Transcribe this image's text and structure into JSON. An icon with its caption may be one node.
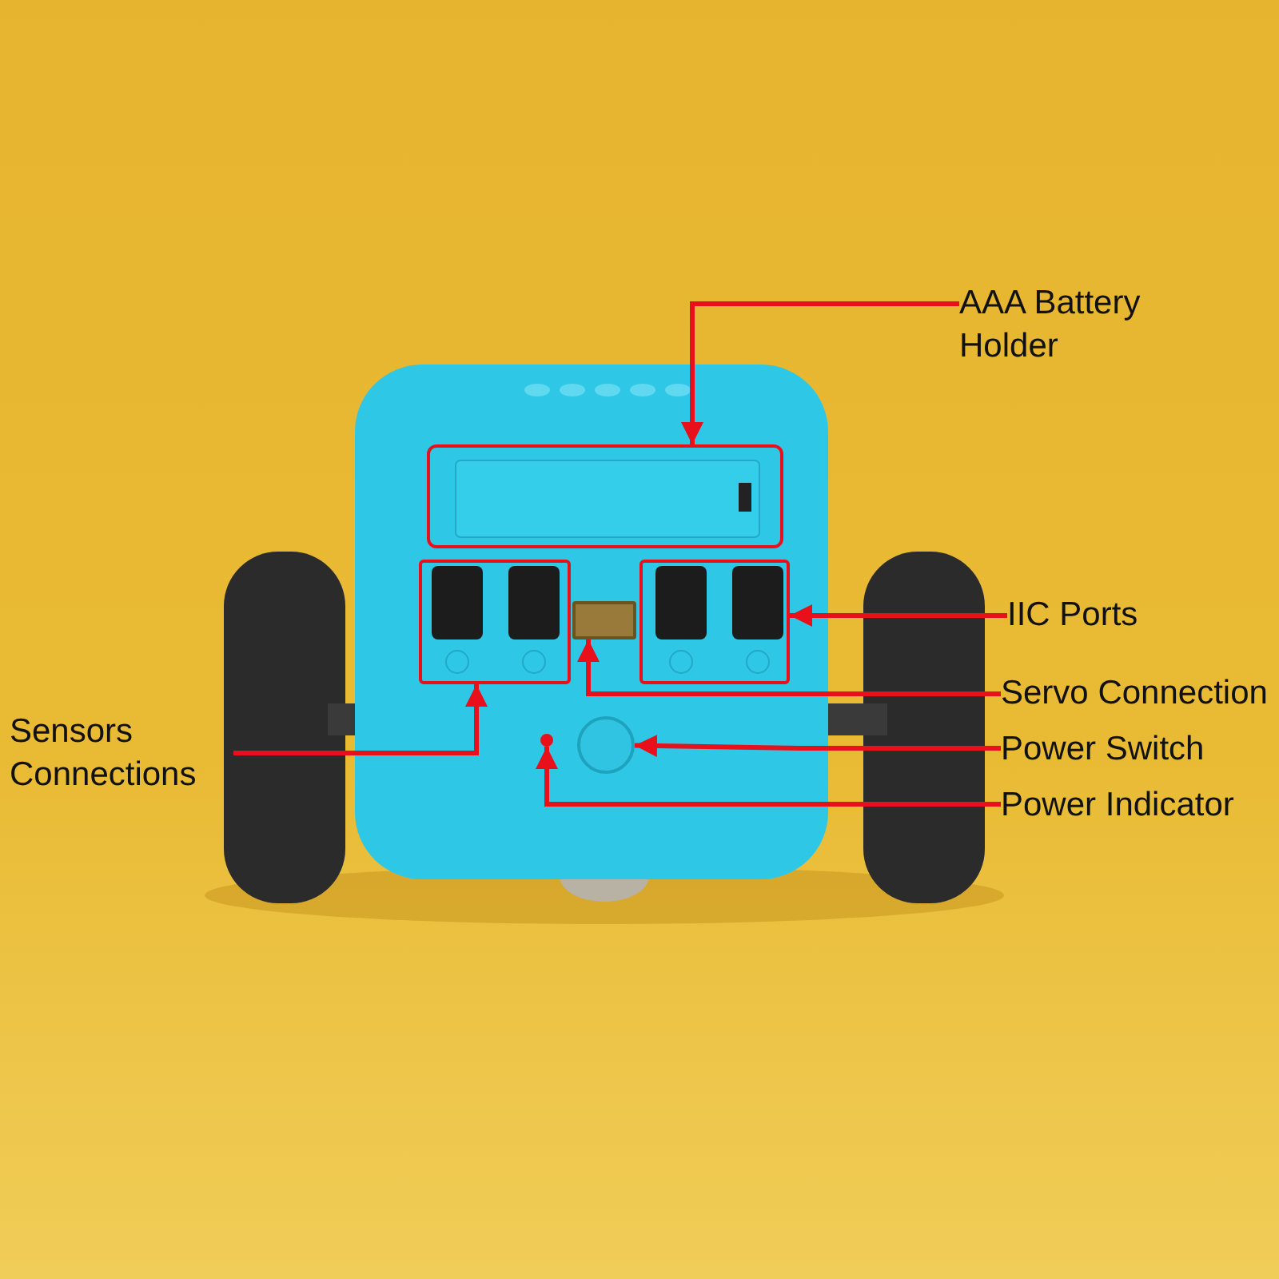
{
  "diagram": {
    "nodes": [
      {
        "text": [
          "AAA Battery Holder"
        ]
      },
      {
        "text": [],
        "shape": "box"
      },
      {
        "text": [],
        "shape": "box"
      },
      {
        "text": [],
        "shape": "box"
      },
      {
        "text": [],
        "shape": "box"
      },
      {
        "text": [
          "IIC Ports"
        ]
      },
      {
        "text": [
          "Sensors Connections"
        ]
      },
      {
        "text": [
          "Servo Connection"
        ]
      },
      {
        "text": [],
        "shape": "circle"
      },
      {
        "text": [
          "Power Switch"
        ]
      },
      {
        "text": [],
        "shape": "circle"
      },
      {
        "text": [
          "Power Indicator"
        ]
      }
    ],
    "edges": [
      {
        "from": 0,
        "to": 1,
        "arrow": "to"
      },
      {
        "from": 5,
        "to": 4,
        "arrow": "to"
      },
      {
        "from": 6,
        "to": 2,
        "arrow": "to"
      },
      {
        "from": 7,
        "to": 3,
        "arrow": "to"
      },
      {
        "from": 9,
        "to": 8,
        "arrow": "to"
      },
      {
        "from": 11,
        "to": 10,
        "arrow": "to"
      }
    ]
  }
}
